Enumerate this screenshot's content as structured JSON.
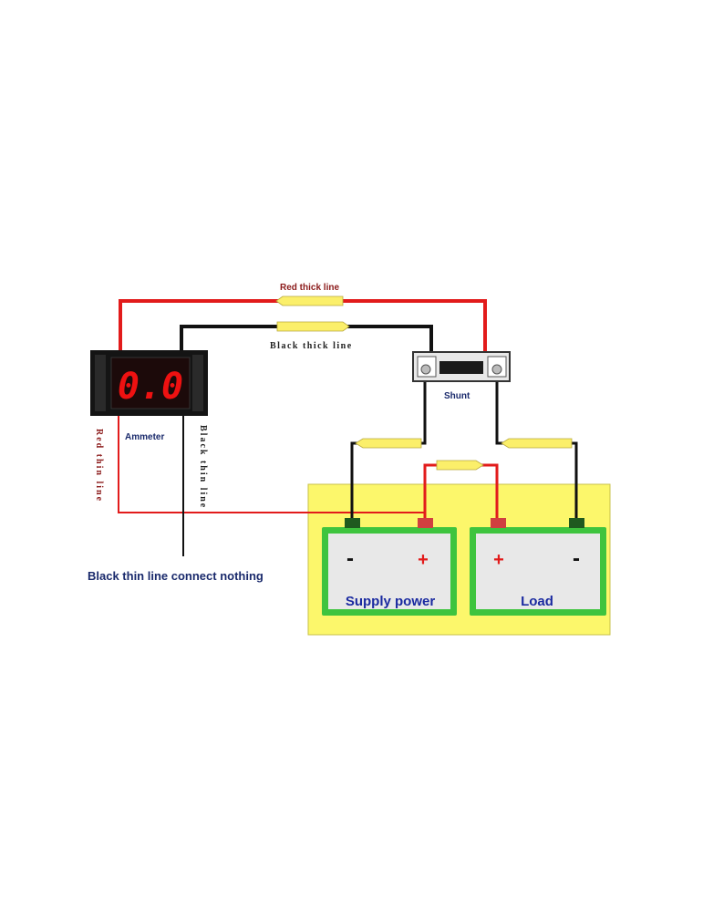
{
  "labels": {
    "red_thick_line": "Red thick line",
    "black_thick_line": "Black thick line",
    "shunt": "Shunt",
    "ammeter": "Ammeter",
    "red_thin_line": "Red thin line",
    "black_thin_line": "Black thin line",
    "black_thin_note": "Black thin line connect nothing"
  },
  "ammeter_display": "0.0",
  "batteries": {
    "supply": {
      "label": "Supply power",
      "minus": "-",
      "plus": "+"
    },
    "load": {
      "label": "Load",
      "plus": "+",
      "minus": "-"
    }
  },
  "colors": {
    "red_wire": "#e21b1b",
    "black_wire": "#111111",
    "panel_yellow": "#fcf76b",
    "battery_green": "#3ec43e",
    "battery_label": "#1a2aa0",
    "arrow_yellow": "#fbef6a"
  }
}
